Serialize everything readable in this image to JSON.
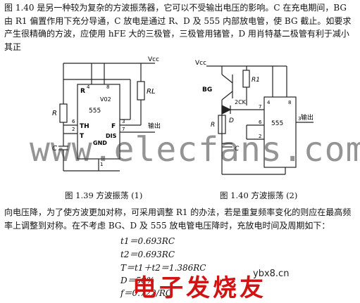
{
  "paragraph1": "图 1.40 是另一种较为复杂的方波振荡器，它可以不受输出电压的影响。C 在充电期间，BG 由 R1 偏置作用下充分导通，C 放电是通过 R、D 及 555 内部放电管，使 BG 截止。如要求产生很精确的方波，应使用 hFE 大的三极管，三极管用锗管，D 用肖特基二极管有利于减小其正",
  "paragraph2": "向电压降，为了使方波更加对称，可采用调整 R1 的办法，若是重复频率变化的则应在最高频率上调整到对称。在不考虑 BG、D 及 555 放电管电压降时，充放电时间及周期如下：",
  "caption1": "图 1.39   方波振荡  (1)",
  "caption2": "图 1.40   方波振荡  (2)",
  "formulas": [
    "t1＝0.693RC",
    "t2＝0.693RC",
    "T＝t1＋t2＝1.386RC",
    "D＝50%",
    "f＝0.722/RC"
  ],
  "fig1": {
    "vcc": "Vcc",
    "r_label": "R",
    "rl_label": "RL",
    "c_label": "C",
    "chip_name": "555",
    "pin_r": "R",
    "pin_v": "V02",
    "pin_th": "TH",
    "pin_f": "F",
    "pin_t": "T",
    "pin_dis": "DIS",
    "pin_gnd": "GND",
    "out": "输出",
    "pins": [
      "4",
      "8",
      "2",
      "6",
      "3",
      "7",
      "1"
    ]
  },
  "fig2": {
    "vcc": "Vcc",
    "bg": "BG",
    "r1": "R1",
    "d": "D",
    "r": "R",
    "c": "C",
    "part": "2CK",
    "chip_name": "555",
    "out": "输出",
    "pins": [
      "4",
      "8",
      "7",
      "6",
      "2",
      "3"
    ]
  },
  "watermark": "www.elecfans.com",
  "watermark_site": "ybx8.cn",
  "watermark_cn": "电子发烧友"
}
